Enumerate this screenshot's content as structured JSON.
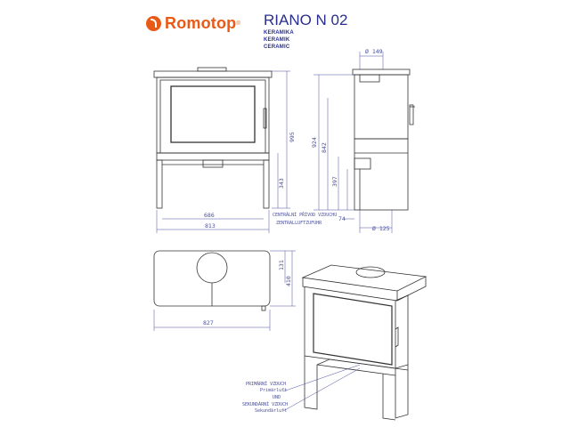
{
  "brand": {
    "name": "Romotop",
    "registered": "®"
  },
  "model": {
    "name": "RIANO N 02"
  },
  "materials": [
    "KERAMIKA",
    "KERAMIK",
    "CERAMIC"
  ],
  "dimensions": {
    "flue_diameter": "Ø 149",
    "height_total": "995",
    "height_924": "924",
    "height_842": "842",
    "height_343": "343",
    "height_397": "397",
    "width_686": "686",
    "width_813": "813",
    "depth_74": "74",
    "air_diameter": "Ø 125",
    "top_131": "131",
    "depth_410": "410",
    "width_827": "827"
  },
  "notes": {
    "central_air_cz": "CENTRÁLNÍ PŘÍVOD VZDUCHU",
    "central_air_de": "ZENTRALLUFTZUFUHR",
    "primary_cz": "PRIMÁRNÍ VZDUCH",
    "primary_de": "Primärluft",
    "and": "UND",
    "secondary_cz": "SEKUNDÁRNÍ VZDUCH",
    "secondary_de": "Sekundärluft"
  },
  "colors": {
    "brand": "#e85a16",
    "ink": "#2a2f8c",
    "line": "#333333"
  }
}
